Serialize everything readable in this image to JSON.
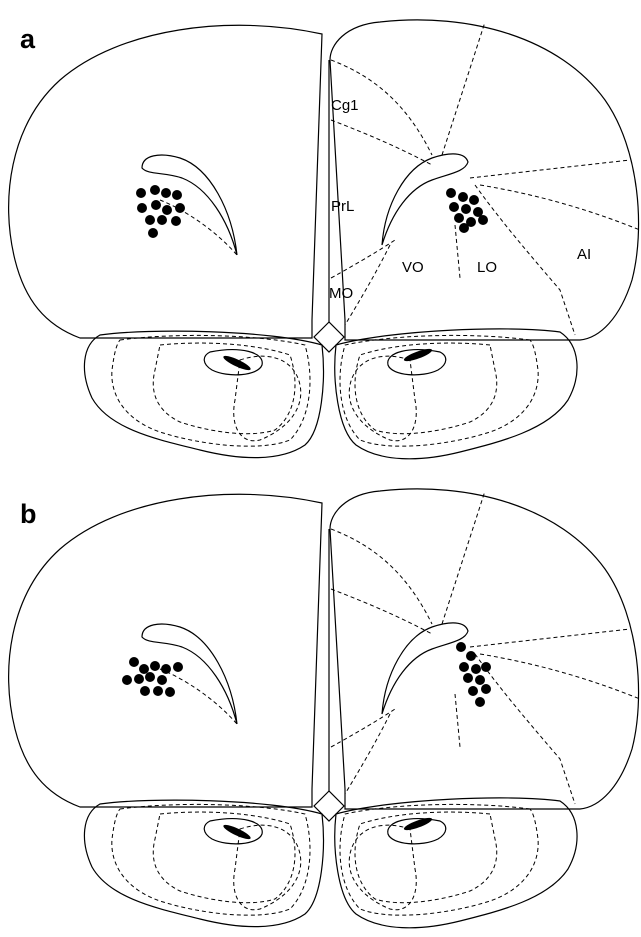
{
  "panels": [
    {
      "label": "a",
      "regions": {
        "cg1": "Cg1",
        "prl": "PrL",
        "mo": "MO",
        "vo": "VO",
        "lo": "LO",
        "ai": "AI"
      }
    },
    {
      "label": "b",
      "regions": {}
    }
  ]
}
